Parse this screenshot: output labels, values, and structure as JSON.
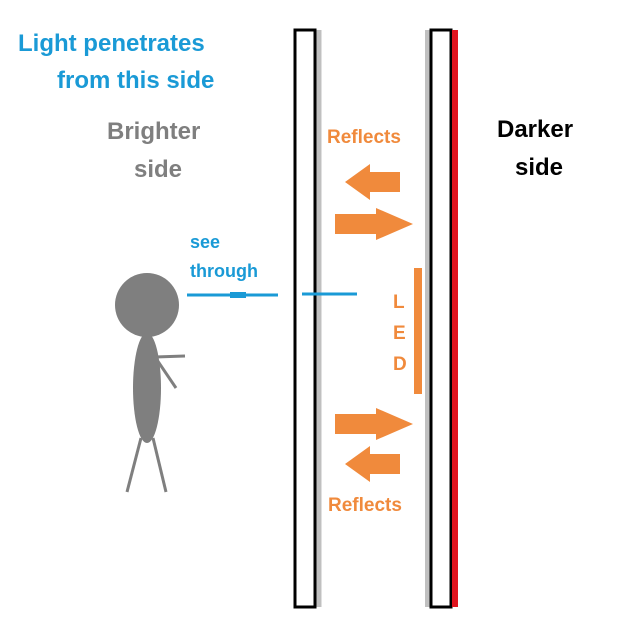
{
  "labels": {
    "title_line1": "Light penetrates",
    "title_line2": "from this side",
    "brighter_line1": "Brighter",
    "brighter_line2": "side",
    "darker_line1": "Darker",
    "darker_line2": "side",
    "reflects_top": "Reflects",
    "reflects_bottom": "Reflects",
    "see_line1": "see",
    "see_line2": "through",
    "led_letters": [
      "L",
      "E",
      "D"
    ]
  },
  "colors": {
    "light_blue": "#1a9ad6",
    "orange": "#f08a3c",
    "gray": "#7f7f7f",
    "red": "#e0141e",
    "black": "#000000"
  }
}
